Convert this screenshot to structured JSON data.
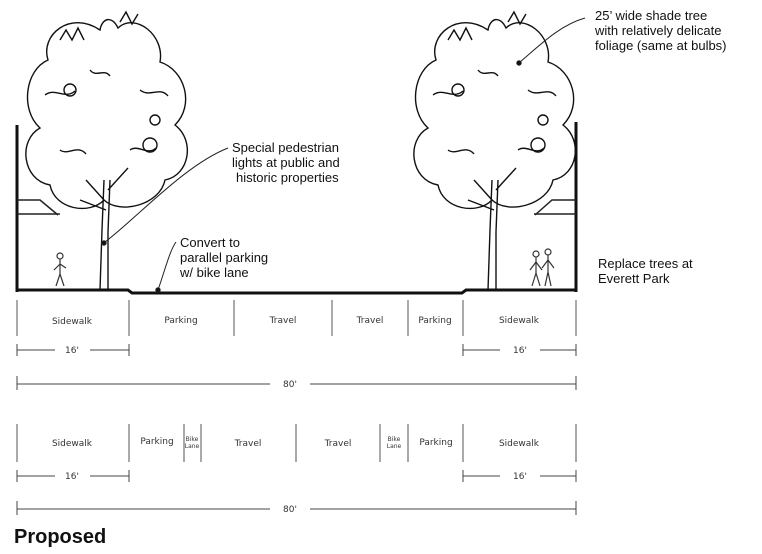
{
  "annotations": {
    "shade_tree": [
      "25’ wide shade tree",
      "with relatively delicate",
      "foliage (same at bulbs)"
    ],
    "ped_lights": [
      "Special pedestrian",
      "lights at public and",
      "historic properties"
    ],
    "parallel_parking": [
      "Convert to",
      "parallel parking",
      "w/ bike lane"
    ],
    "replace_trees": [
      "Replace trees at",
      "Everett Park"
    ]
  },
  "existing": {
    "segments": [
      "Sidewalk",
      "Parking",
      "Travel",
      "Travel",
      "Parking",
      "Sidewalk"
    ],
    "sidewalk_width": "16'",
    "total_width": "80'"
  },
  "proposed": {
    "segments": [
      "Sidewalk",
      "Parking",
      "Bike Lane",
      "Travel",
      "Travel",
      "Bike Lane",
      "Parking",
      "Sidewalk"
    ],
    "sidewalk_width": "16'",
    "total_width": "80'"
  },
  "caption": "Proposed"
}
